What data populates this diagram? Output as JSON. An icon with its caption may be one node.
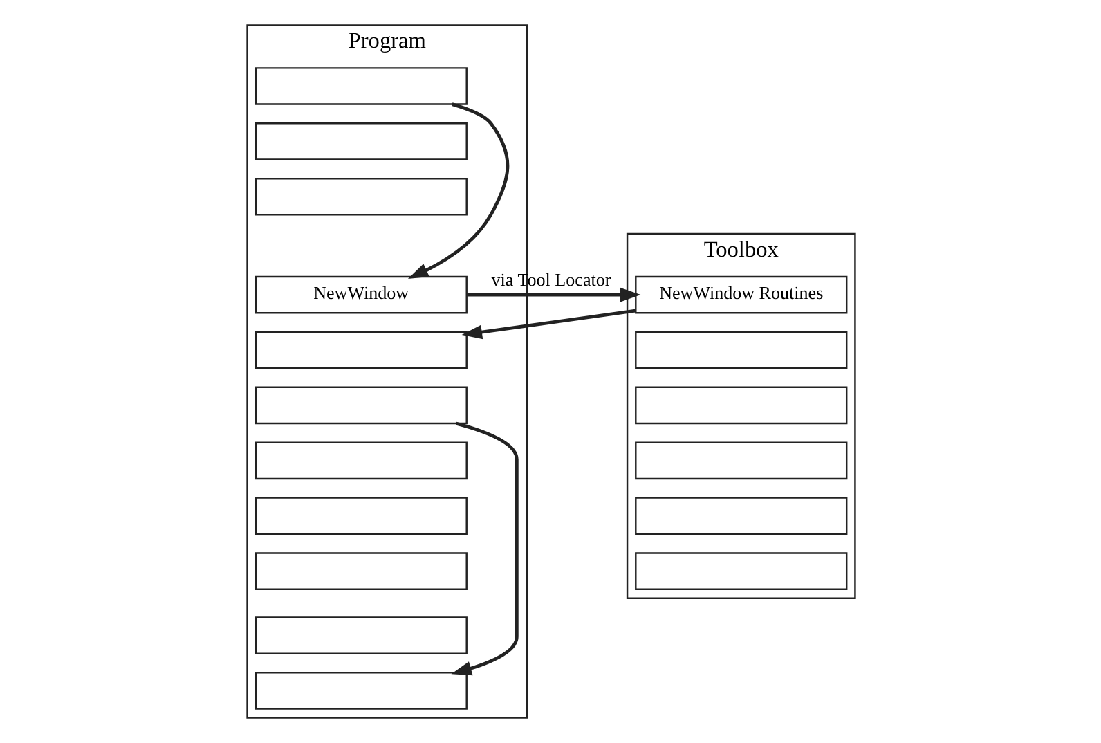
{
  "diagram": {
    "nodes": [
      {
        "text": [
          "Program"
        ]
      },
      {
        "text": [],
        "shape": "box",
        "in": 0
      },
      {
        "text": [],
        "shape": "box",
        "in": 0
      },
      {
        "text": [],
        "shape": "box",
        "in": 0
      },
      {
        "text": [
          "NewWindow"
        ],
        "in": 0
      },
      {
        "text": [],
        "shape": "box",
        "in": 0
      },
      {
        "text": [],
        "shape": "box",
        "in": 0
      },
      {
        "text": [],
        "shape": "box",
        "in": 0
      },
      {
        "text": [],
        "shape": "box",
        "in": 0
      },
      {
        "text": [],
        "shape": "box",
        "in": 0
      },
      {
        "text": [],
        "shape": "box",
        "in": 0
      },
      {
        "text": [],
        "shape": "box",
        "in": 0
      },
      {
        "text": [
          "Toolbox"
        ]
      },
      {
        "text": [
          "NewWindow Routines"
        ],
        "in": 12
      },
      {
        "text": [],
        "shape": "box",
        "in": 12
      },
      {
        "text": [],
        "shape": "box",
        "in": 12
      },
      {
        "text": [],
        "shape": "box",
        "in": 12
      },
      {
        "text": [],
        "shape": "box",
        "in": 12
      },
      {
        "text": [],
        "shape": "box",
        "in": 12
      }
    ],
    "edges": [
      {
        "from": 1,
        "to": 4,
        "arrow": "to"
      },
      {
        "from": 4,
        "to": 13,
        "arrow": "to",
        "label": "via Tool Locator"
      },
      {
        "from": 13,
        "to": 5,
        "arrow": "to"
      },
      {
        "from": 6,
        "to": 11,
        "arrow": "to"
      }
    ]
  }
}
